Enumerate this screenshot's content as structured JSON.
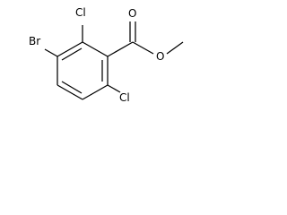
{
  "molecule": {
    "atoms": {
      "br": "Br",
      "cl_top": "Cl",
      "cl_bottom": "Cl",
      "o_carbonyl": "O",
      "o_ester": "O"
    }
  }
}
